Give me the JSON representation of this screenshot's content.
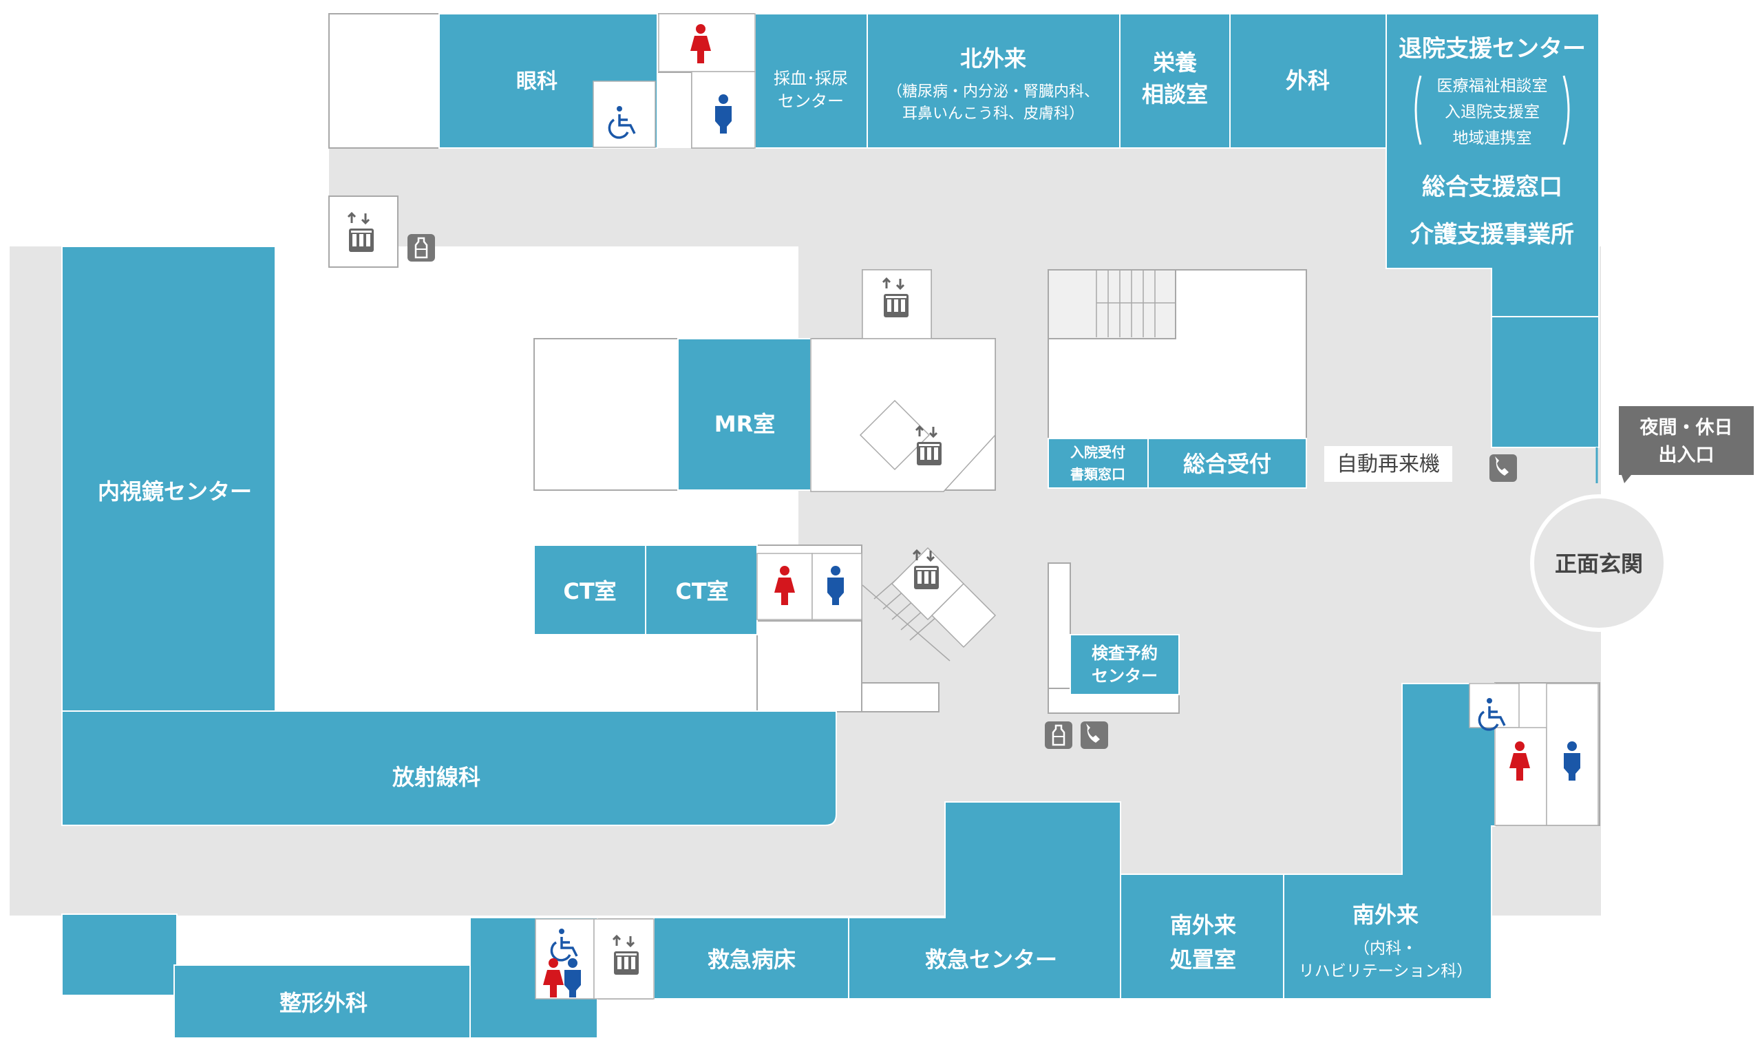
{
  "colors": {
    "room": "#45a8c7",
    "corridor": "#e5e5e5",
    "wall": "#b0b0b0",
    "female": "#d4161d",
    "male": "#1a57a8",
    "accessible": "#1a57a8",
    "icon_gray": "#777777",
    "night_callout": "#707070"
  },
  "rooms": {
    "ganka": "眼科",
    "saiketsu_1": "採血･採尿",
    "saiketsu_2": "センター",
    "kita_gairai": "北外来",
    "kita_gairai_sub_1": "（糖尿病・内分泌・腎臓内科、",
    "kita_gairai_sub_2": "耳鼻いんこう科、皮膚科）",
    "eiyo_1": "栄養",
    "eiyo_2": "相談室",
    "geka": "外科",
    "taiin": "退院支援センター",
    "taiin_sub_1": "医療福祉相談室",
    "taiin_sub_2": "入退院支援室",
    "taiin_sub_3": "地域連携室",
    "sogo_shien": "総合支援窓口",
    "kaigo": "介護支援事業所",
    "naishikyo": "内視鏡センター",
    "mr": "MR室",
    "ct_1": "CT室",
    "ct_2": "CT室",
    "nyuin_1": "入院受付",
    "nyuin_2": "書類窓口",
    "sogo_uketsuke": "総合受付",
    "jidou": "自動再来機",
    "kensa_1": "検査予約",
    "kensa_2": "センター",
    "hoshasen": "放射線科",
    "seikei": "整形外科",
    "kyukyu_byosho": "救急病床",
    "kyukyu_center": "救急センター",
    "minami_shochi": "南外来",
    "minami_shochi_2": "処置室",
    "minami": "南外来",
    "minami_sub_1": "（内科・",
    "minami_sub_2": "リハビリテーション科）"
  },
  "night_entrance": {
    "line1": "夜間・休日",
    "line2": "出入口"
  },
  "main_entrance": "正面玄関",
  "icons": [
    "elevator-icon",
    "wheelchair-icon",
    "female-toilet-icon",
    "male-toilet-icon",
    "phone-icon",
    "vending-bottle-icon"
  ]
}
